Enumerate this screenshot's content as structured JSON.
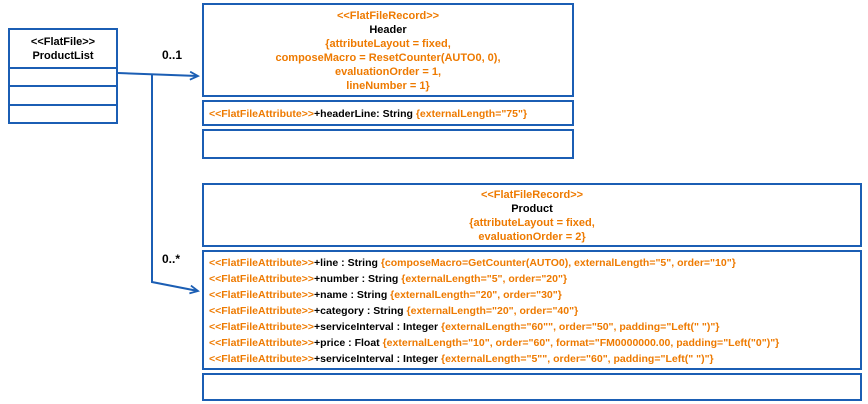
{
  "product_list": {
    "stereotype": "<<FlatFile>>",
    "name": "ProductList"
  },
  "header_record": {
    "stereotype": "<<FlatFileRecord>>",
    "name": "Header",
    "properties": [
      "{attributeLayout = fixed,",
      "composeMacro = ResetCounter(AUTO0, 0),",
      "evaluationOrder = 1,",
      "lineNumber = 1}"
    ],
    "attributes": [
      {
        "stereotype": "<<FlatFileAttribute>>",
        "name": "+headerLine: String ",
        "props": "{externalLength=\"75\"}"
      }
    ]
  },
  "product_record": {
    "stereotype": "<<FlatFileRecord>>",
    "name": "Product",
    "properties": [
      "{attributeLayout = fixed,",
      "evaluationOrder = 2}"
    ],
    "attributes": [
      {
        "stereotype": "<<FlatFileAttribute>>",
        "name": "+line : String ",
        "props": "{composeMacro=GetCounter(AUTO0), externalLength=\"5\", order=\"10\"}"
      },
      {
        "stereotype": "<<FlatFileAttribute>>",
        "name": "+number : String ",
        "props": "{externalLength=\"5\", order=\"20\"}"
      },
      {
        "stereotype": "<<FlatFileAttribute>>",
        "name": "+name : String ",
        "props": "{externalLength=\"20\", order=\"30\"}"
      },
      {
        "stereotype": "<<FlatFileAttribute>>",
        "name": "+category : String ",
        "props": "{externalLength=\"20\", order=\"40\"}"
      },
      {
        "stereotype": "<<FlatFileAttribute>>",
        "name": "+serviceInterval : Integer ",
        "props": "{externalLength=\"60\"\", order=\"50\", padding=\"Left(\" \")\"}"
      },
      {
        "stereotype": "<<FlatFileAttribute>>",
        "name": "+price : Float ",
        "props": "{externalLength=\"10\", order=\"60\", format=\"FM0000000.00, padding=\"Left(\"0\")\"}"
      },
      {
        "stereotype": "<<FlatFileAttribute>>",
        "name": "+serviceInterval : Integer ",
        "props": "{externalLength=\"5\"\", order=\"60\", padding=\"Left(\" \")\"}"
      }
    ]
  },
  "edges": {
    "header_multiplicity": "0..1",
    "product_multiplicity": "0..*"
  },
  "colors": {
    "border_blue": "#1b5eb4",
    "accent_orange": "#ee7a00"
  }
}
